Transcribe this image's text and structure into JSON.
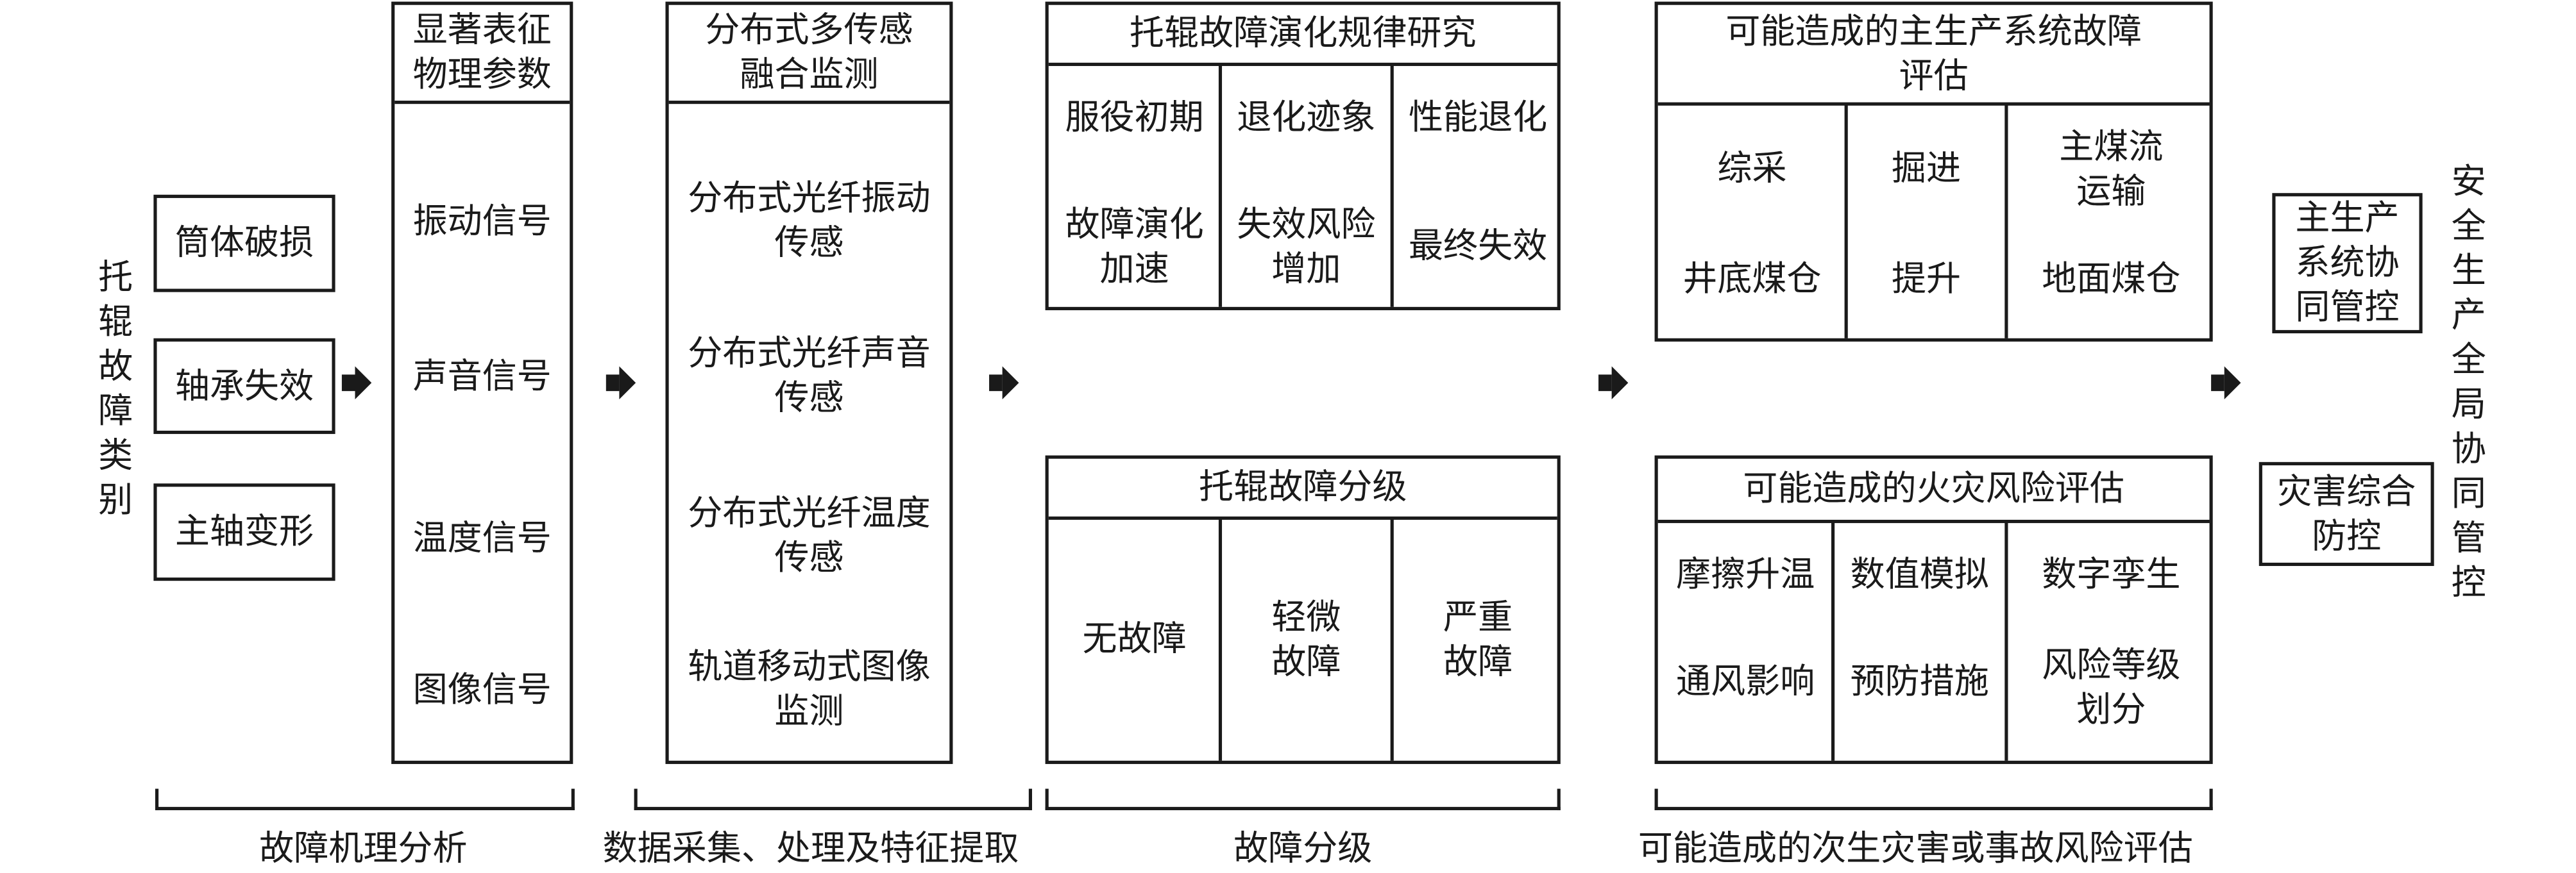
{
  "fault_types": {
    "label": "托辊故障类别",
    "items": [
      "筒体破损",
      "轴承失效",
      "主轴变形"
    ]
  },
  "parameters": {
    "header": [
      "显著表征",
      "物理参数"
    ],
    "items": [
      "振动信号",
      "声音信号",
      "温度信号",
      "图像信号"
    ]
  },
  "monitoring": {
    "header": [
      "分布式多传感",
      "融合监测"
    ],
    "items": [
      [
        "分布式光纤振动",
        "传感"
      ],
      [
        "分布式光纤声音",
        "传感"
      ],
      [
        "分布式光纤温度",
        "传感"
      ],
      [
        "轨道移动式图像",
        "监测"
      ]
    ]
  },
  "evolution": {
    "header": "托辊故障演化规律研究",
    "cells": [
      [
        "服役初期"
      ],
      [
        "退化迹象"
      ],
      [
        "性能退化"
      ],
      [
        "故障演化",
        "加速"
      ],
      [
        "失效风险",
        "增加"
      ],
      [
        "最终失效"
      ]
    ]
  },
  "grading": {
    "header": "托辊故障分级",
    "cells": [
      [
        "无故障"
      ],
      [
        "轻微",
        "故障"
      ],
      [
        "严重",
        "故障"
      ]
    ]
  },
  "production_eval": {
    "header": [
      "可能造成的主生产系统故障",
      "评估"
    ],
    "cells": [
      [
        "综采"
      ],
      [
        "掘进"
      ],
      [
        "主煤流",
        "运输"
      ],
      [
        "井底煤仓"
      ],
      [
        "提升"
      ],
      [
        "地面煤仓"
      ]
    ]
  },
  "fire_eval": {
    "header": "可能造成的火灾风险评估",
    "cells": [
      [
        "摩擦升温"
      ],
      [
        "数值模拟"
      ],
      [
        "数字孪生"
      ],
      [
        "通风影响"
      ],
      [
        "预防措施"
      ],
      [
        "风险等级",
        "划分"
      ]
    ]
  },
  "control": {
    "box1": [
      "主生产",
      "系统协",
      "同管控"
    ],
    "box2": [
      "灾害综合",
      "防控"
    ],
    "label": "安全生产全局协同管控"
  },
  "stages": [
    "故障机理分析",
    "数据采集、处理及特征提取",
    "故障分级",
    "可能造成的次生灾害或事故风险评估"
  ]
}
